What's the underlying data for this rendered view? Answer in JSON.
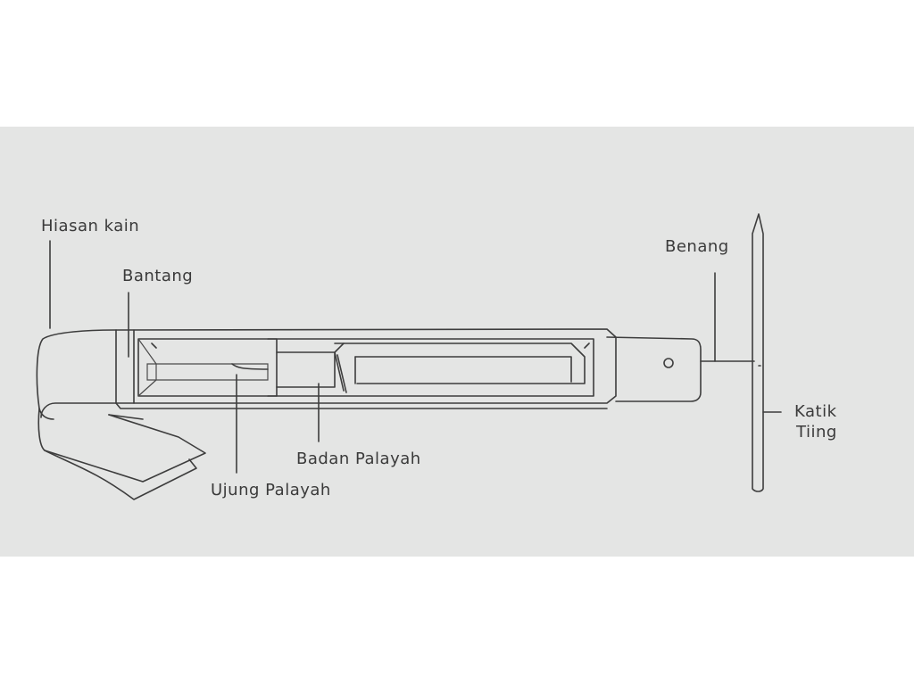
{
  "labels": {
    "hiasan_kain": "Hiasan kain",
    "bantang": "Bantang",
    "benang": "Benang",
    "katik_tiing": [
      "Katik",
      "Tiing"
    ],
    "badan_palayah": "Badan Palayah",
    "ujung_palayah": "Ujung Palayah"
  }
}
